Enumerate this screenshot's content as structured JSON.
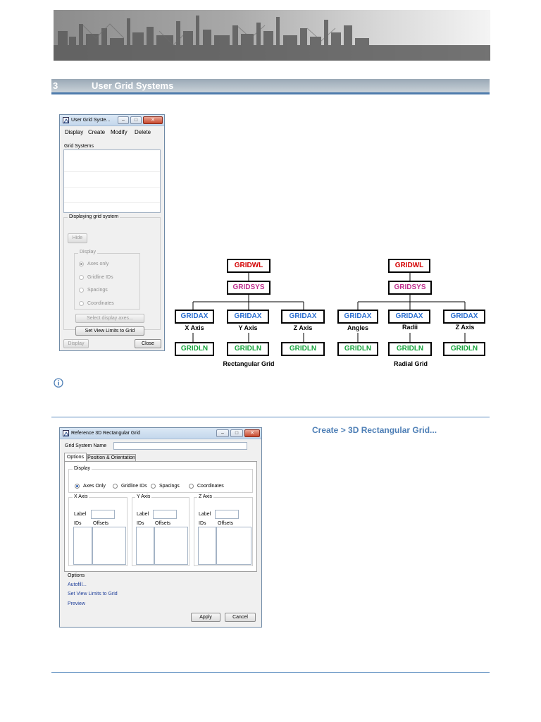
{
  "section": {
    "number": "3",
    "title": "User Grid Systems"
  },
  "dialog1": {
    "title": "User Grid Syste...",
    "menu": [
      "Display",
      "Create",
      "Modify",
      "Delete"
    ],
    "list_label": "Grid Systems",
    "displaying_label": "Displaying grid system",
    "hide_label": "Hide",
    "display_group_label": "Display",
    "radios": [
      {
        "label": "Axes only",
        "checked": true
      },
      {
        "label": "Gridline IDs",
        "checked": false
      },
      {
        "label": "Spacings",
        "checked": false
      },
      {
        "label": "Coordinates",
        "checked": false
      }
    ],
    "select_axes_label": "Select display axes...",
    "set_view_label": "Set View Limits to Grid",
    "display_button": "Display",
    "close_button": "Close"
  },
  "diagram": {
    "rect": {
      "top": "GRIDWL",
      "sys": "GRIDSYS",
      "axes": [
        {
          "node": "GRIDAX",
          "label": "X Axis",
          "child": "GRIDLN"
        },
        {
          "node": "GRIDAX",
          "label": "Y Axis",
          "child": "GRIDLN"
        },
        {
          "node": "GRIDAX",
          "label": "Z Axis",
          "child": "GRIDLN"
        }
      ],
      "caption": "Rectangular Grid"
    },
    "radial": {
      "top": "GRIDWL",
      "sys": "GRIDSYS",
      "axes": [
        {
          "node": "GRIDAX",
          "label": "Angles",
          "child": "GRIDLN"
        },
        {
          "node": "GRIDAX",
          "label": "Radii",
          "child": "GRIDLN"
        },
        {
          "node": "GRIDAX",
          "label": "Z Axis",
          "child": "GRIDLN"
        }
      ],
      "caption": "Radial Grid"
    },
    "colors": {
      "gridwl": "#d40000",
      "gridsys": "#c0308f",
      "gridax": "#2b6fd0",
      "gridln": "#14a33a"
    }
  },
  "create_path": "Create > 3D Rectangular Grid...",
  "dialog2": {
    "title": "Reference 3D Rectangular Grid",
    "name_label": "Grid System Name",
    "tabs": [
      "Options",
      "Position & Orientation"
    ],
    "display_label": "Display",
    "radios": [
      {
        "label": "Axes Only",
        "checked": true
      },
      {
        "label": "Gridline IDs",
        "checked": false
      },
      {
        "label": "Spacings",
        "checked": false
      },
      {
        "label": "Coordinates",
        "checked": false
      }
    ],
    "axes": [
      {
        "title": "X Axis",
        "label": "Label",
        "ids": "IDs",
        "offsets": "Offsets"
      },
      {
        "title": "Y Axis",
        "label": "Label",
        "ids": "IDs",
        "offsets": "Offsets"
      },
      {
        "title": "Z Axis",
        "label": "Label",
        "ids": "IDs",
        "offsets": "Offsets"
      }
    ],
    "options_label": "Options",
    "links": [
      "Autofill...",
      "Set View Limits to Grid",
      "Preview"
    ],
    "apply_button": "Apply",
    "cancel_button": "Cancel"
  }
}
